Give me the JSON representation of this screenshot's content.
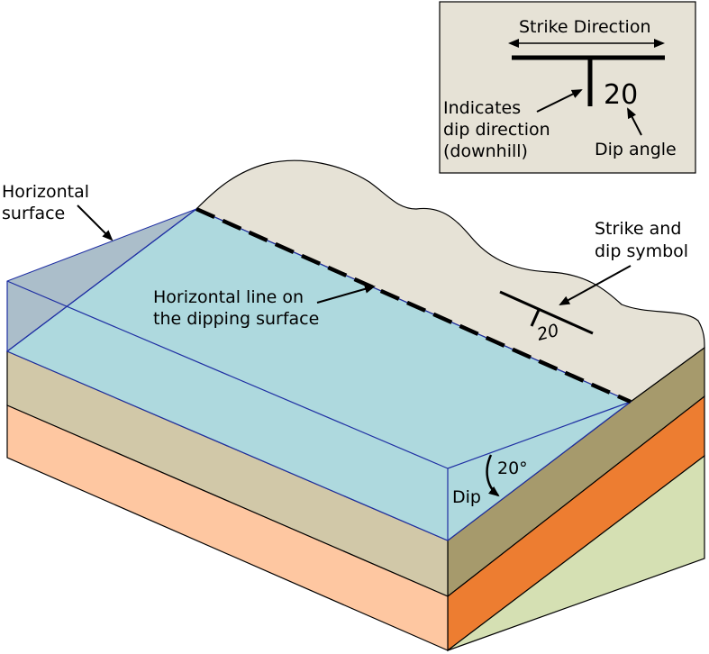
{
  "labels": {
    "horizontal_surface_line1": "Horizontal",
    "horizontal_surface_line2": "surface",
    "horizontal_line_line1": "Horizontal line on",
    "horizontal_line_line2": "the dipping surface",
    "strike_dip_symbol_line1": "Strike and",
    "strike_dip_symbol_line2": "dip symbol",
    "dip": "Dip",
    "dip_angle_degrees": "20°",
    "map_symbol_value": "20"
  },
  "legend": {
    "strike_direction": "Strike Direction",
    "indicates_line1": "Indicates",
    "indicates_line2": "dip direction",
    "indicates_line3": "(downhill)",
    "dip_angle": "Dip angle",
    "symbol_value": "20"
  },
  "colors": {
    "dipping_surface": "#aed9de",
    "horizontal_plane": "#8fa8b8",
    "ground_top": "#e6e2d6",
    "layer_tan": "#d1c8a8",
    "layer_peach": "#fec7a1",
    "side_olive": "#a69a6c",
    "side_orange": "#ed7d31",
    "side_green": "#d5e0b3",
    "legend_bg": "#e6e2d6",
    "outline_blue": "#1f2fa3"
  }
}
